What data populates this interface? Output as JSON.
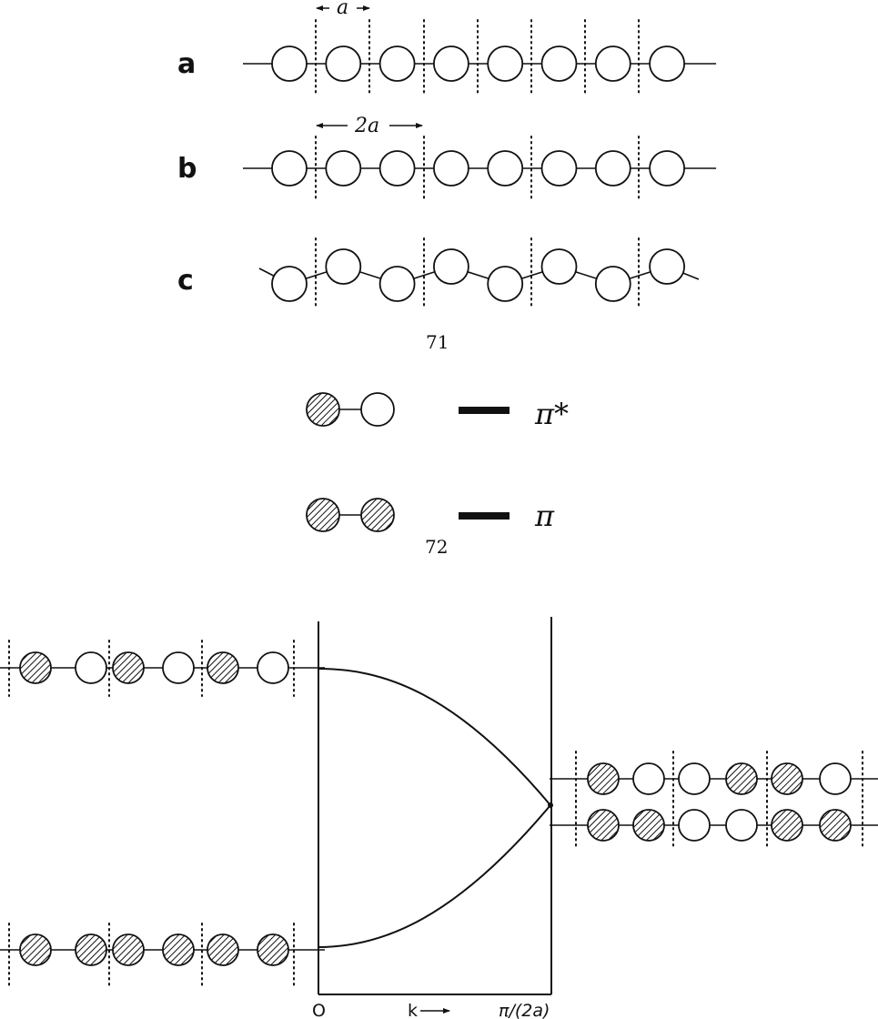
{
  "figure_71": {
    "row_labels": [
      "a",
      "b",
      "c"
    ],
    "spacing_a_label": "a",
    "spacing_2a_label": "2a",
    "label": "71"
  },
  "figure_72": {
    "label": "72",
    "pi_star_label": "π*",
    "pi_label": "π"
  },
  "band_diagram": {
    "x_start_label": "O",
    "k_label": "k",
    "x_end_label": "π/(2a)",
    "k0_upper_phases": [
      "shaded",
      "open",
      "shaded",
      "open",
      "shaded",
      "open"
    ],
    "k0_lower_phases": [
      "shaded",
      "shaded",
      "shaded",
      "shaded",
      "shaded",
      "shaded"
    ],
    "kmax_upper_phases": [
      "shaded",
      "open",
      "open",
      "shaded",
      "shaded",
      "open"
    ],
    "kmax_lower_phases": [
      "shaded",
      "shaded",
      "open",
      "open",
      "shaded",
      "shaded"
    ]
  },
  "colors": {
    "ink": "#111111",
    "background": "#ffffff"
  }
}
